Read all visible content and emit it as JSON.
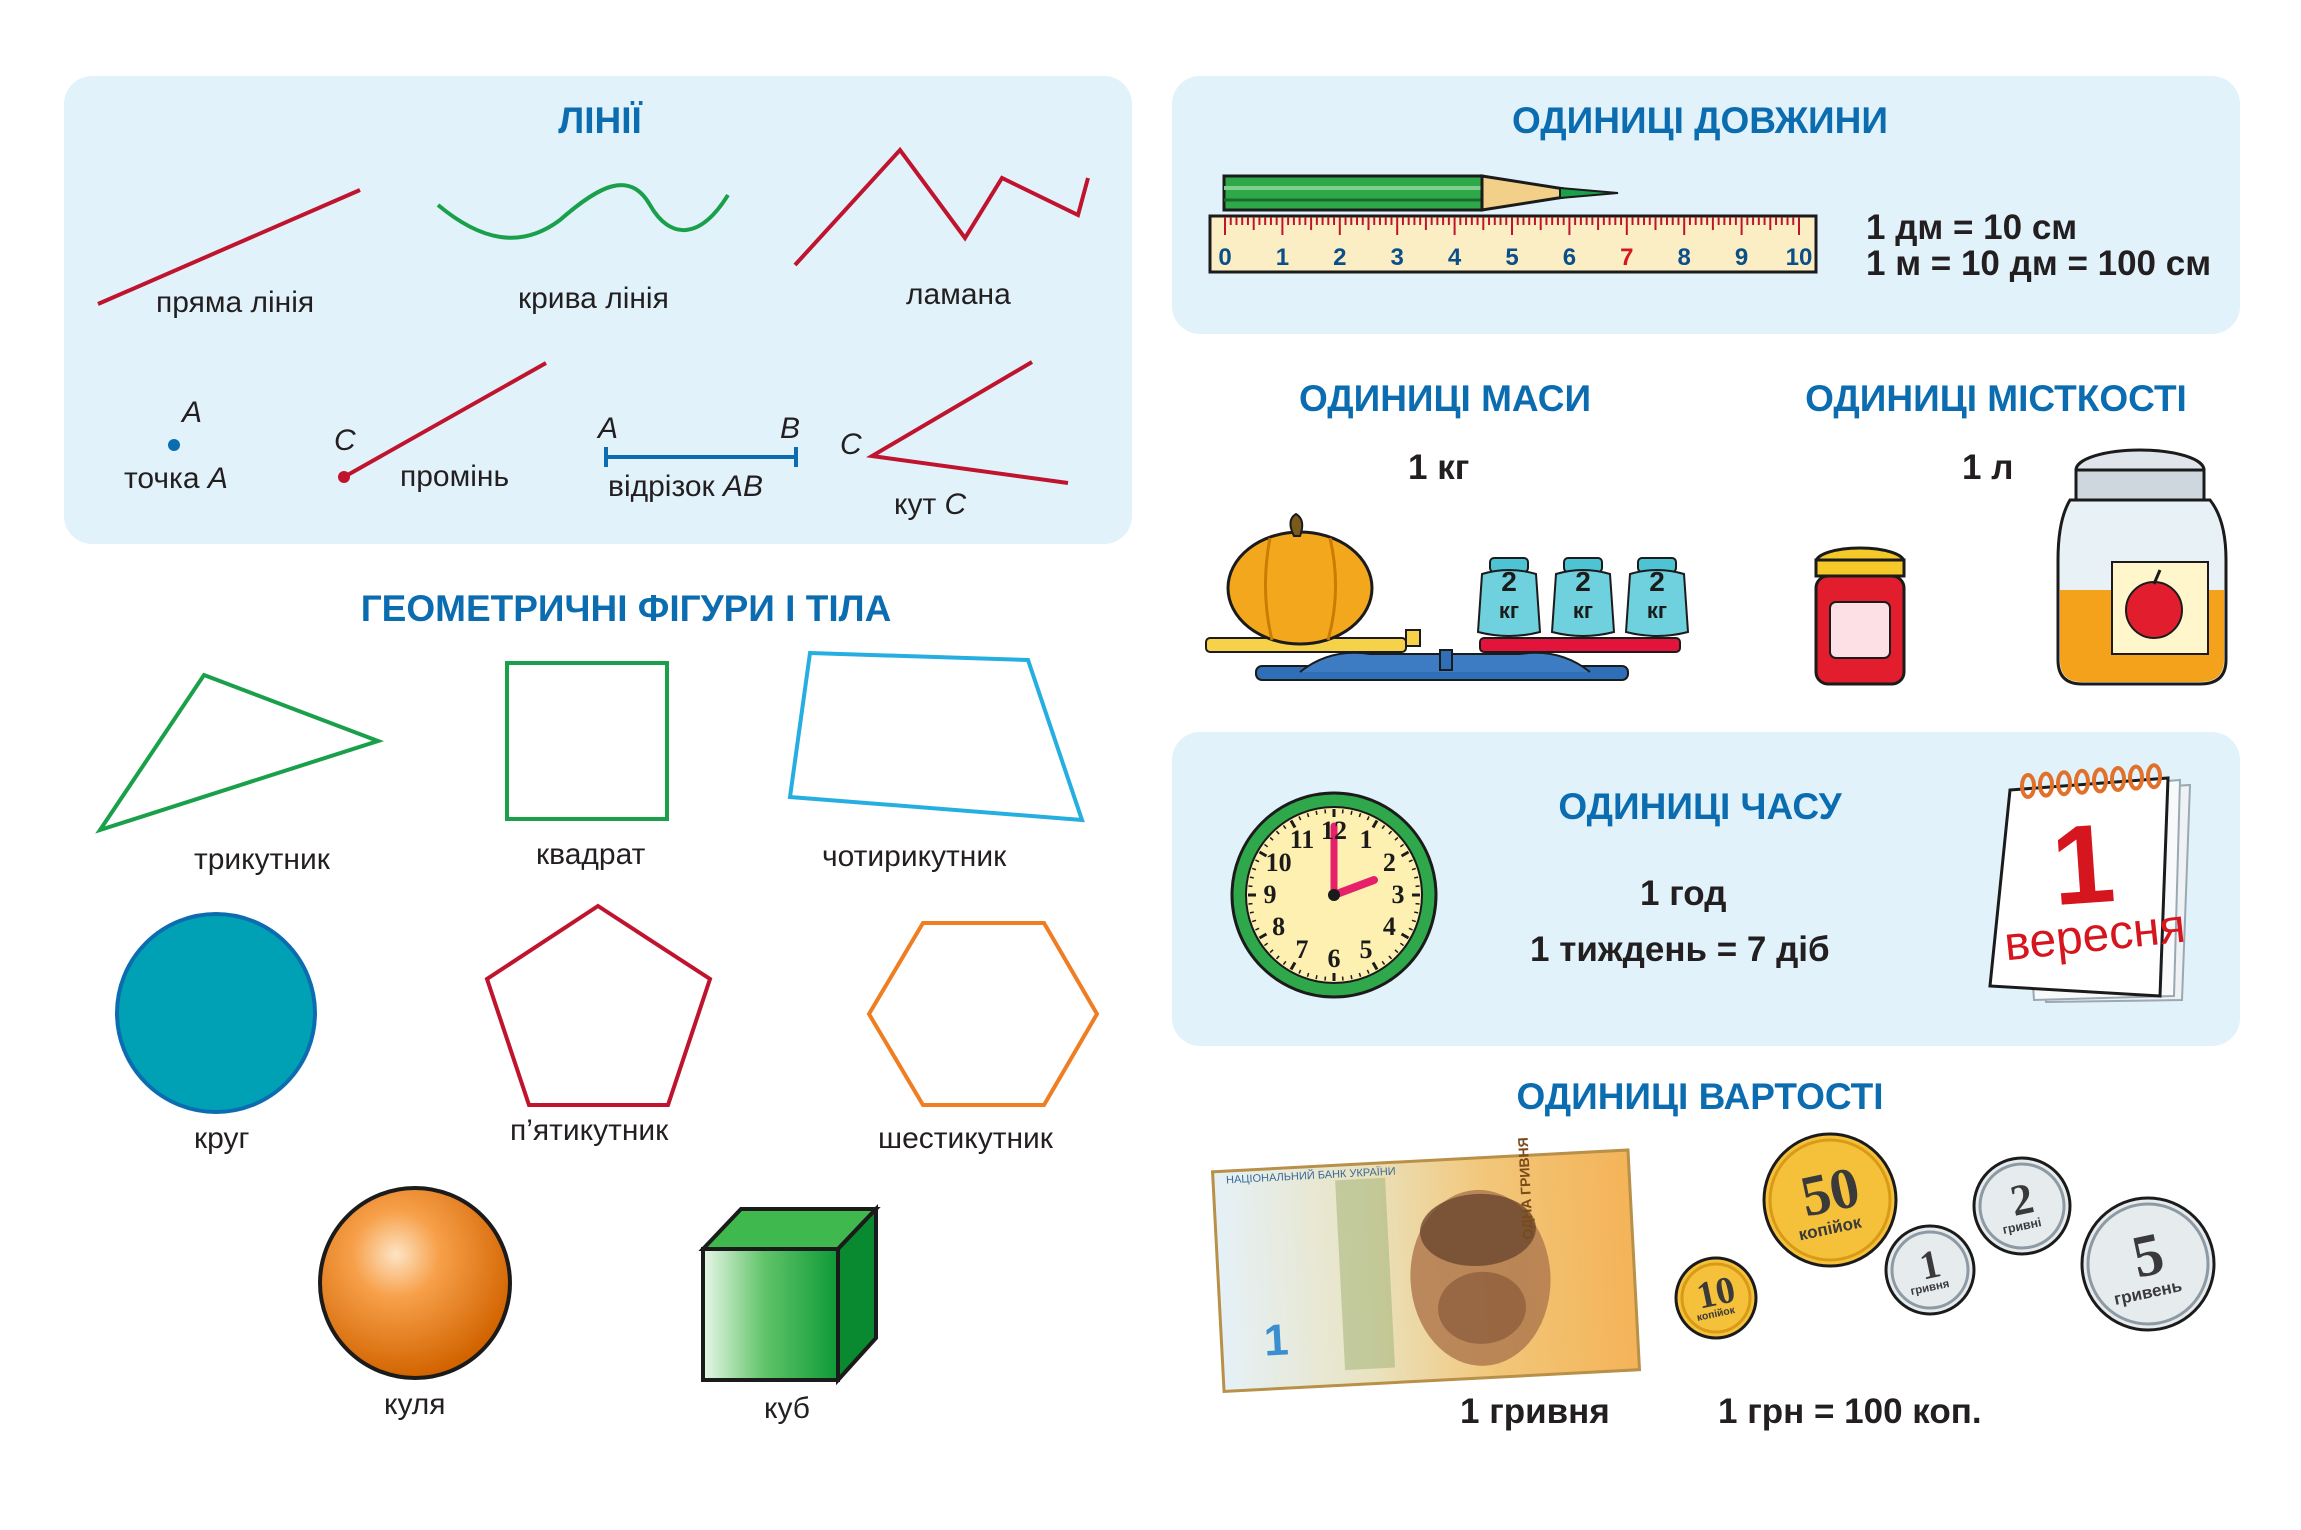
{
  "lines": {
    "title": "ЛІНІЇ",
    "straight": "пряма лінія",
    "curve": "крива лінія",
    "broken": "ламана",
    "point_letter": "A",
    "point_text": "точка ",
    "point_name": "A",
    "ray_letter": "C",
    "ray_text": "промінь",
    "segment_a": "A",
    "segment_b": "B",
    "segment_text": "відрізок ",
    "segment_name": "AB",
    "angle_letter": "C",
    "angle_text": "кут ",
    "angle_name": "C"
  },
  "shapes": {
    "title": "ГЕОМЕТРИЧНІ ФІГУРИ І ТІЛА",
    "triangle": "трикутник",
    "square": "квадрат",
    "quadrilateral": "чотирикутник",
    "circle": "круг",
    "pentagon": "п’ятикутник",
    "hexagon": "шестикутник",
    "sphere": "куля",
    "cube": "куб"
  },
  "length": {
    "title": "ОДИНИЦІ ДОВЖИНИ",
    "ruler_ticks": [
      "0",
      "1",
      "2",
      "3",
      "4",
      "5",
      "6",
      "7",
      "8",
      "9",
      "10"
    ],
    "highlight_tick": "7",
    "eq1": "1 дм = 10 см",
    "eq2": "1 м = 10 дм = 100 см"
  },
  "mass": {
    "title": "ОДИНИЦІ МАСИ",
    "value": "1 кг",
    "weight_num": "2",
    "weight_unit": "кг"
  },
  "capacity": {
    "title": "ОДИНИЦІ МІСТКОСТІ",
    "value": "1 л"
  },
  "time": {
    "title": "ОДИНИЦІ ЧАСУ",
    "eq1": "1 год",
    "eq2": "1 тиждень = 7 діб",
    "clock_numbers": [
      "12",
      "1",
      "2",
      "3",
      "4",
      "5",
      "6",
      "7",
      "8",
      "9",
      "10",
      "11"
    ],
    "calendar_day": "1",
    "calendar_month": "вересня"
  },
  "money": {
    "title": "ОДИНИЦІ ВАРТОСТІ",
    "note_label": "1 гривня",
    "eq": "1 грн = 100 коп.",
    "note_bank": "НАЦІОНАЛЬНИЙ БАНК УКРАЇНИ",
    "note_value": "1",
    "note_words": "ОДНА ГРИВНЯ",
    "coins": [
      {
        "value": "10",
        "unit": "копійок"
      },
      {
        "value": "50",
        "unit": "копійок"
      },
      {
        "value": "1",
        "unit": "гривня"
      },
      {
        "value": "2",
        "unit": "гривні"
      },
      {
        "value": "5",
        "unit": "гривень"
      }
    ]
  },
  "colors": {
    "heading": "#0b6db0",
    "panel": "#e1f2fb",
    "line_red": "#c0142e",
    "line_green": "#1aa04a",
    "quad_blue": "#26aee0",
    "circle_fill": "#00a0b5",
    "hexagon": "#ef7d22"
  }
}
